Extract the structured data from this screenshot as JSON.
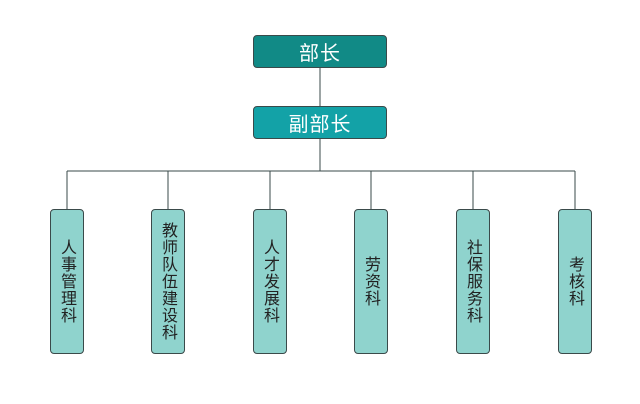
{
  "org_chart": {
    "top": "部长",
    "deputy": "副部长",
    "departments": [
      "人事管理科",
      "教师队伍建设科",
      "人才发展科",
      "劳资科",
      "社保服务科",
      "考核科"
    ]
  },
  "colors": {
    "top_fill": "#118a86",
    "deputy_fill": "#13a2a7",
    "department_fill": "#8fd3cd",
    "line": "#3a4a4a"
  }
}
